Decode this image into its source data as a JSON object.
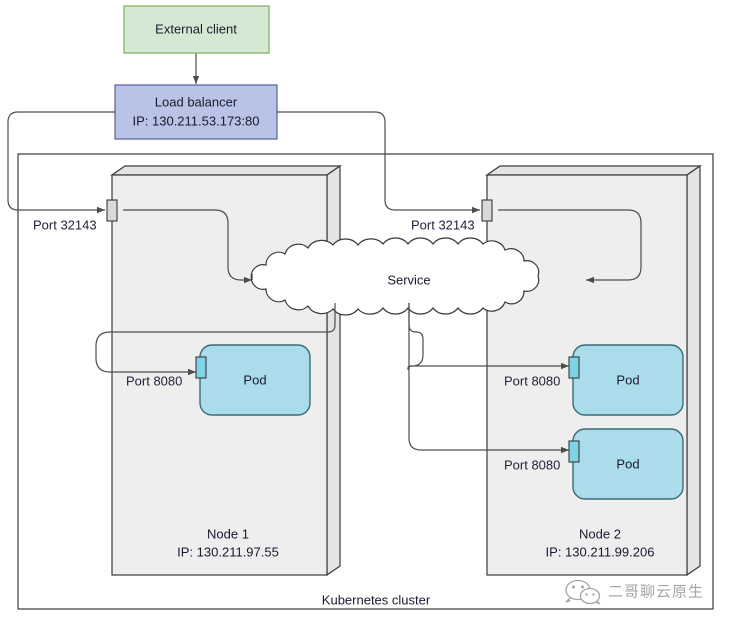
{
  "diagram": {
    "title": "Kubernetes cluster",
    "type": "architecture-diagram",
    "nodes": {
      "external_client": {
        "label": "External client",
        "fill": "#d5e8d4",
        "stroke": "#82b366"
      },
      "load_balancer": {
        "line1": "Load balancer",
        "line2": "IP: 130.211.53.173:80",
        "fill": "#b9c3e5",
        "stroke": "#666a9e"
      },
      "service": {
        "label": "Service",
        "fill": "#ffffff",
        "stroke": "#3a3a3a"
      },
      "cluster": {
        "label": "Kubernetes cluster",
        "fill": "#ffffff",
        "stroke": "#3a3a3a"
      }
    },
    "worker_nodes": [
      {
        "name": "Node 1",
        "ip": "IP: 130.211.97.55",
        "node_port_label": "Port 32143",
        "fill": "#eeeeee",
        "stroke": "#3a3a3a",
        "pods": [
          {
            "label": "Pod",
            "port_label": "Port 8080"
          }
        ]
      },
      {
        "name": "Node 2",
        "ip": "IP: 130.211.99.206",
        "node_port_label": "Port 32143",
        "fill": "#eeeeee",
        "stroke": "#3a3a3a",
        "pods": [
          {
            "label": "Pod",
            "port_label": "Port 8080"
          },
          {
            "label": "Pod",
            "port_label": "Port 8080"
          }
        ]
      }
    ],
    "pod_style": {
      "fill": "#aadcec",
      "stroke": "#3a6b75"
    },
    "port_marker_style": {
      "node_fill": "#d9d9d9",
      "pod_fill": "#7fd3e8",
      "stroke": "#3a3a3a"
    },
    "edge_color": "#4d4d4d"
  },
  "watermark": {
    "text": "二哥聊云原生",
    "icon": "wechat-icon",
    "color": "#6f6f6f"
  }
}
